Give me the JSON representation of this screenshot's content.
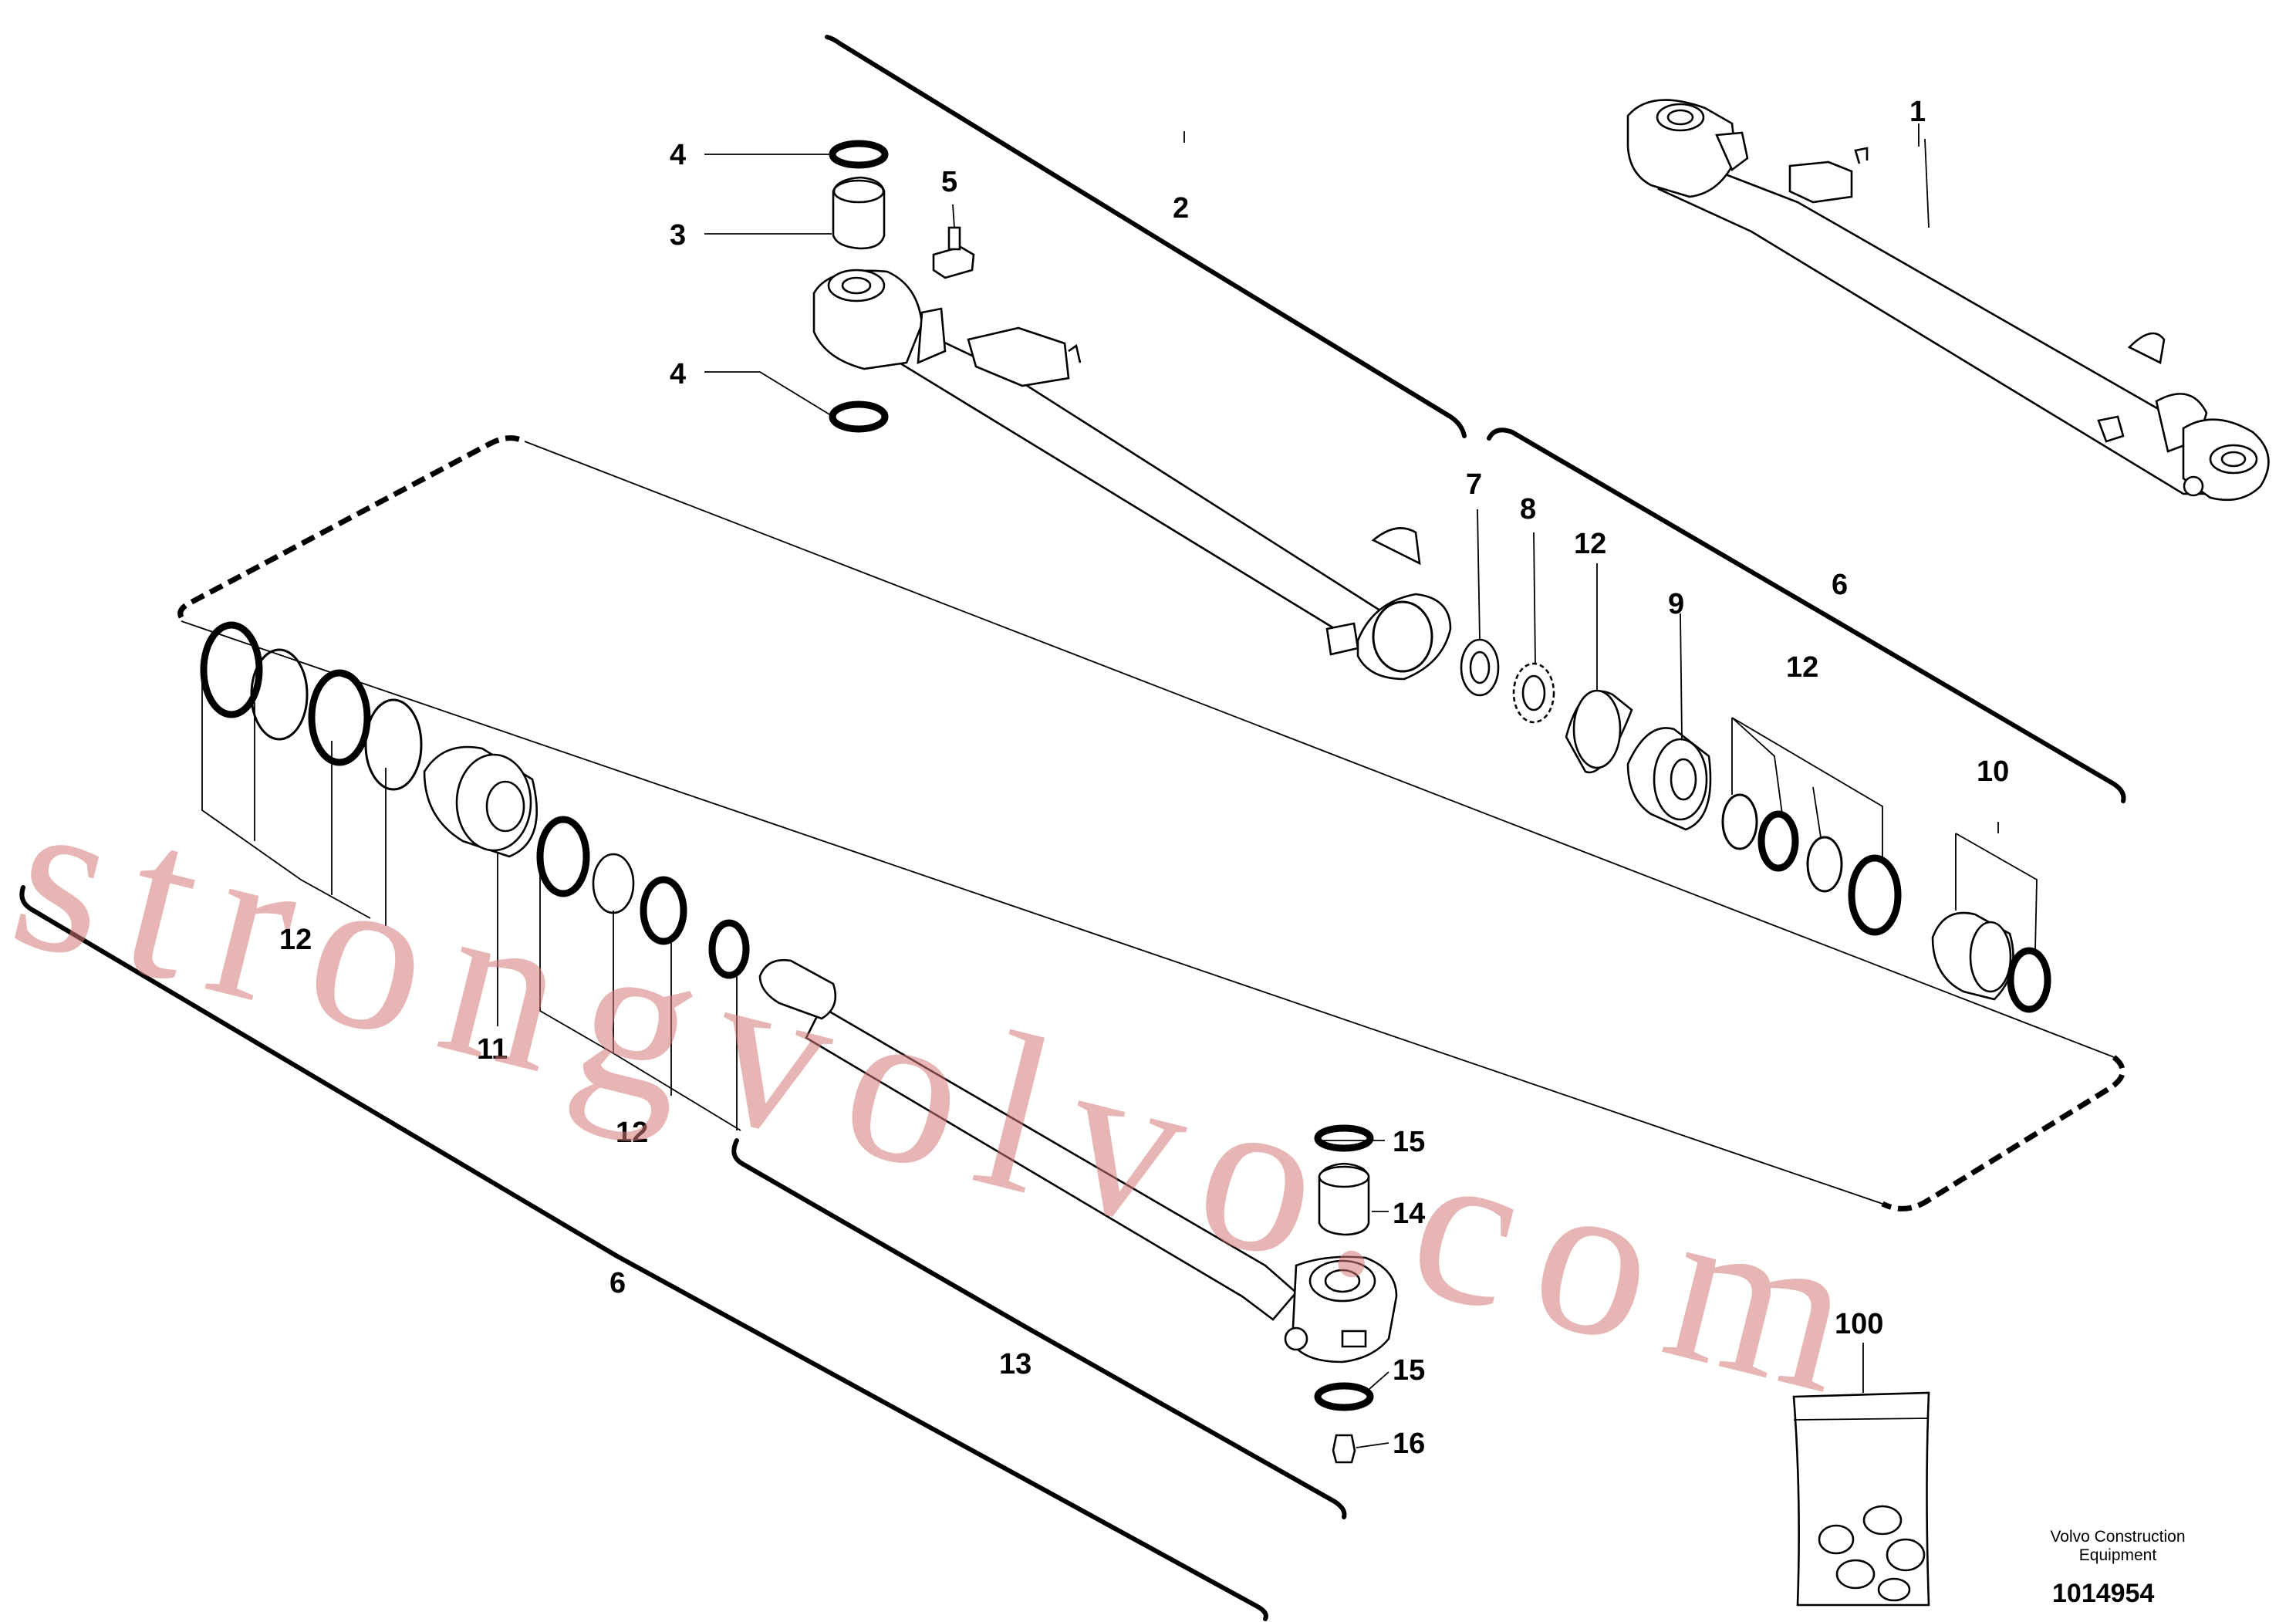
{
  "callouts": [
    {
      "id": "c1",
      "text": "1"
    },
    {
      "id": "c2",
      "text": "2"
    },
    {
      "id": "c3",
      "text": "3"
    },
    {
      "id": "c4a",
      "text": "4"
    },
    {
      "id": "c4b",
      "text": "4"
    },
    {
      "id": "c5",
      "text": "5"
    },
    {
      "id": "c6a",
      "text": "6"
    },
    {
      "id": "c6b",
      "text": "6"
    },
    {
      "id": "c7",
      "text": "7"
    },
    {
      "id": "c8",
      "text": "8"
    },
    {
      "id": "c9",
      "text": "9"
    },
    {
      "id": "c10",
      "text": "10"
    },
    {
      "id": "c11",
      "text": "11"
    },
    {
      "id": "c12a",
      "text": "12"
    },
    {
      "id": "c12b",
      "text": "12"
    },
    {
      "id": "c12c",
      "text": "12"
    },
    {
      "id": "c12d",
      "text": "12"
    },
    {
      "id": "c13",
      "text": "13"
    },
    {
      "id": "c14",
      "text": "14"
    },
    {
      "id": "c15a",
      "text": "15"
    },
    {
      "id": "c15b",
      "text": "15"
    },
    {
      "id": "c16",
      "text": "16"
    },
    {
      "id": "c100",
      "text": "100"
    }
  ],
  "watermark": "strongvolvo.com",
  "manufacturer": {
    "line1": "Volvo Construction",
    "line2": "Equipment"
  },
  "drawing_number": "1014954"
}
